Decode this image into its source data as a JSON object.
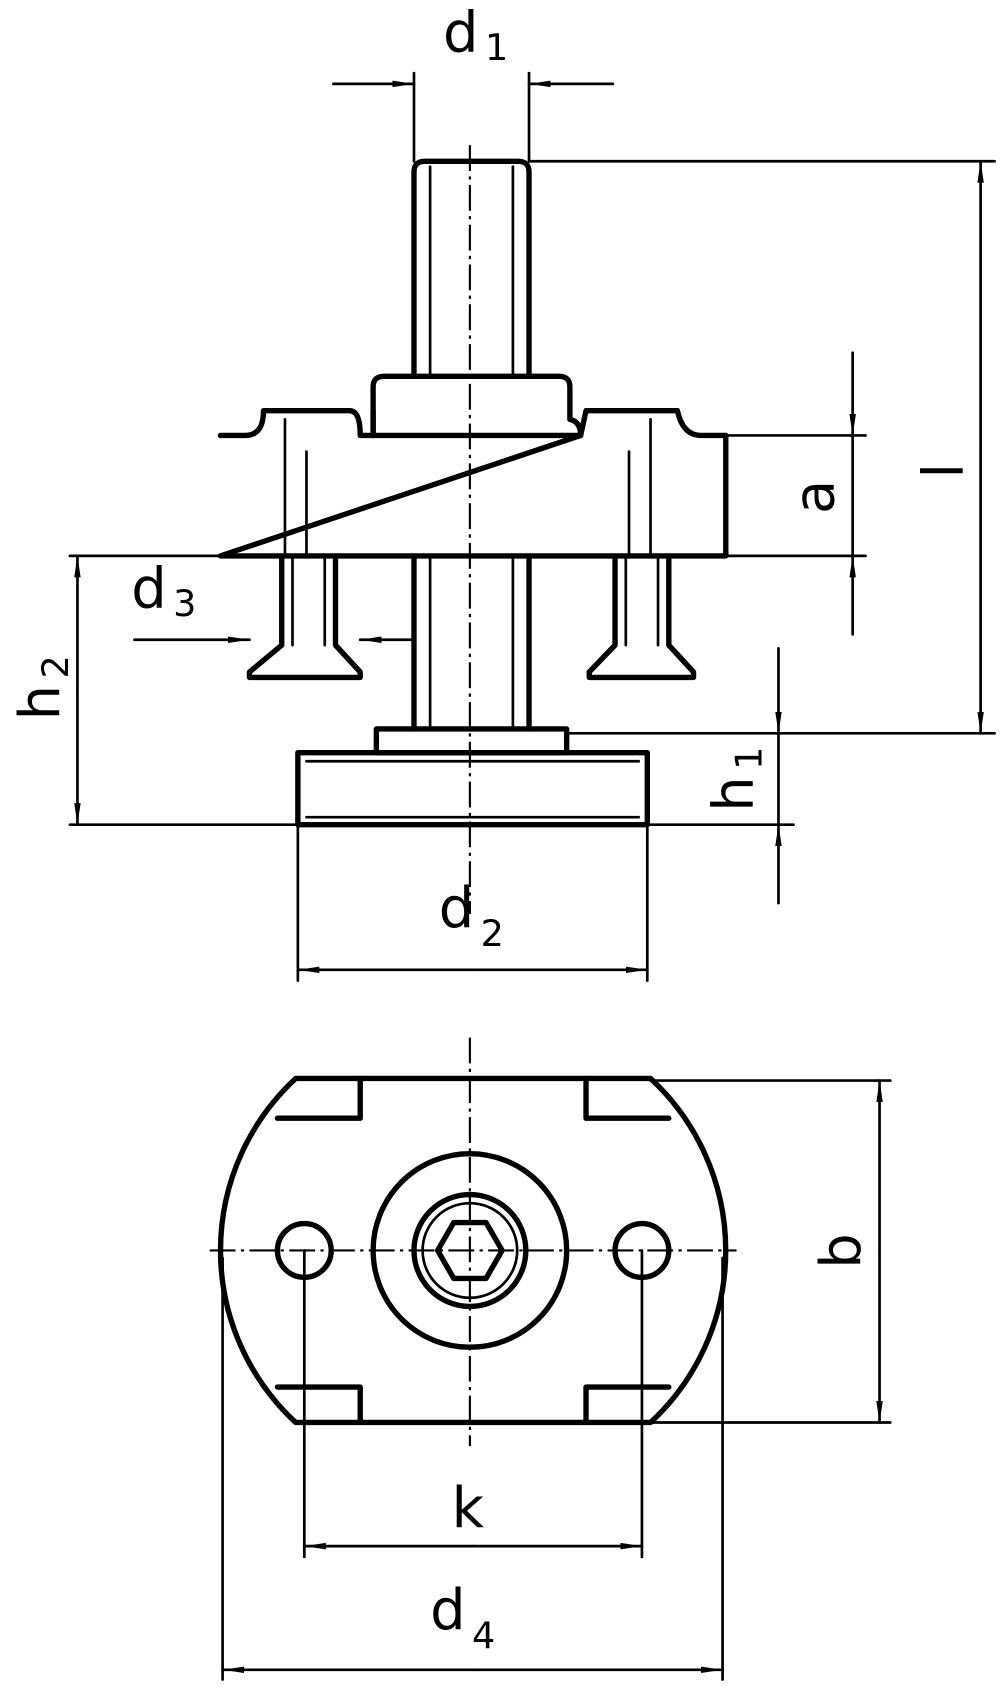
{
  "title": "Clamping element technical drawing",
  "dimensions": {
    "d1": {
      "base": "d",
      "sub": "1"
    },
    "d2": {
      "base": "d",
      "sub": "2"
    },
    "d3": {
      "base": "d",
      "sub": "3"
    },
    "d4": {
      "base": "d",
      "sub": "4"
    },
    "h1": {
      "base": "h",
      "sub": "1"
    },
    "h2": {
      "base": "h",
      "sub": "2"
    },
    "a": {
      "base": "a"
    },
    "l": {
      "base": "l"
    },
    "b": {
      "base": "b"
    },
    "k": {
      "base": "k"
    }
  }
}
